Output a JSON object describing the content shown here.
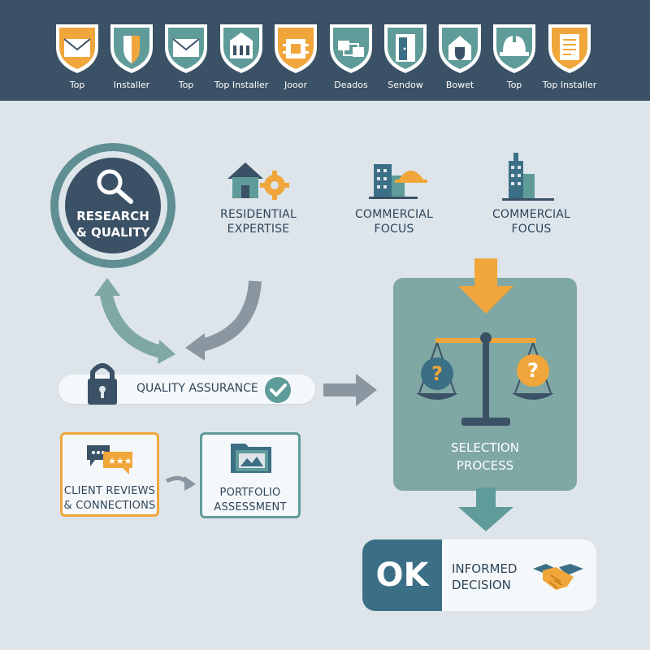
{
  "header": {
    "badges": [
      {
        "label": "Top",
        "icon": "envelope-icon",
        "color": "#f0a63a"
      },
      {
        "label": "Installer",
        "icon": "shield-icon",
        "color": "#5f9b99"
      },
      {
        "label": "Top",
        "icon": "envelope-icon",
        "color": "#5f9b99"
      },
      {
        "label": "Top Installer",
        "icon": "building-icon",
        "color": "#5f9b99"
      },
      {
        "label": "Jooor",
        "icon": "chip-icon",
        "color": "#f0a63a"
      },
      {
        "label": "Deados",
        "icon": "network-icon",
        "color": "#5f9b99"
      },
      {
        "label": "Sendow",
        "icon": "door-icon",
        "color": "#5f9b99"
      },
      {
        "label": "Bowet",
        "icon": "house-shield-icon",
        "color": "#5f9b99"
      },
      {
        "label": "Top",
        "icon": "hardhat-icon",
        "color": "#5f9b99"
      },
      {
        "label": "Top Installer",
        "icon": "document-icon",
        "color": "#f0a63a"
      }
    ]
  },
  "research": {
    "line1": "RESEARCH",
    "line2": "& QUALITY"
  },
  "categories": [
    {
      "line1": "RESIDENTIAL",
      "line2": "EXPERTISE"
    },
    {
      "line1": "COMMERCIAL",
      "line2": "FOCUS"
    },
    {
      "line1": "COMMERCIAL",
      "line2": "FOCUS"
    }
  ],
  "quality": {
    "label": "QUALITY ASSURANCE"
  },
  "reviews": {
    "line1": "CLIENT REVIEWS",
    "line2": "& CONNECTIONS"
  },
  "portfolio": {
    "line1": "PORTFOLIO",
    "line2": "ASSESSMENT"
  },
  "selection": {
    "line1": "SELECTION",
    "line2": "PROCESS"
  },
  "decision": {
    "ok": "OK",
    "line1": "INFORMED",
    "line2": "DECISION"
  },
  "colors": {
    "navy": "#3b5166",
    "teal": "#5f9b99",
    "orange": "#f0a63a",
    "background": "#dde5eb",
    "panel": "#7fa7a4"
  }
}
